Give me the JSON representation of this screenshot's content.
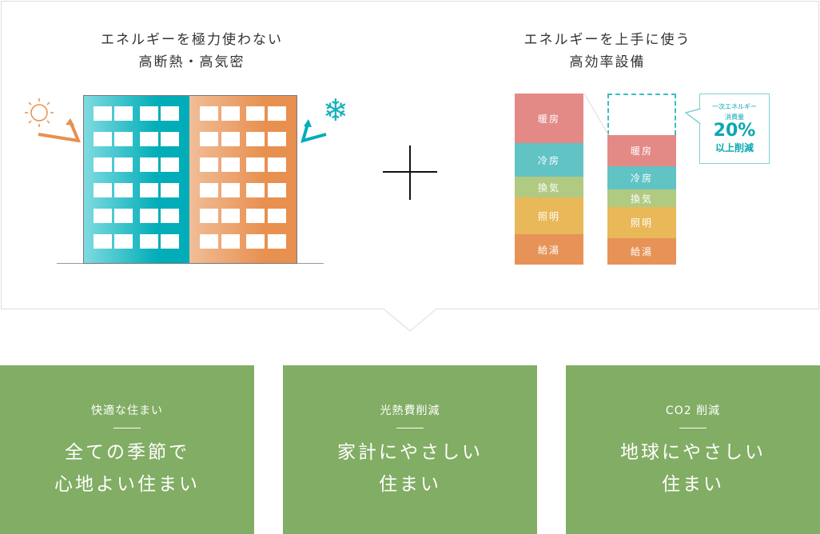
{
  "left_panel": {
    "title_line1": "エネルギーを極力使わない",
    "title_line2": "高断熱・高気密"
  },
  "right_panel": {
    "title_line1": "エネルギーを上手に使う",
    "title_line2": "高効率設備",
    "before_bars": [
      {
        "label": "暖房",
        "color": "#e38a87"
      },
      {
        "label": "冷房",
        "color": "#62c3c5"
      },
      {
        "label": "換気",
        "color": "#b0ca82"
      },
      {
        "label": "照明",
        "color": "#e9b859"
      },
      {
        "label": "給湯",
        "color": "#e79358"
      }
    ],
    "after_bars": [
      {
        "label": "暖房",
        "color": "#e38a87"
      },
      {
        "label": "冷房",
        "color": "#62c3c5"
      },
      {
        "label": "換気",
        "color": "#b0ca82"
      },
      {
        "label": "照明",
        "color": "#e9b859"
      },
      {
        "label": "給湯",
        "color": "#e79358"
      }
    ],
    "callout": {
      "line1": "一次エネルギー",
      "line2": "消費量",
      "value": "20%",
      "line3": "以上削減"
    }
  },
  "cards": [
    {
      "sub": "快適な住まい",
      "main1": "全ての季節で",
      "main2": "心地よい住まい"
    },
    {
      "sub": "光熱費削減",
      "main1": "家計にやさしい",
      "main2": "住まい"
    },
    {
      "sub": "CO2 削減",
      "main1": "地球にやさしい",
      "main2": "住まい"
    }
  ],
  "colors": {
    "teal": "#00adb8",
    "orange": "#e8904f",
    "green": "#82ad64"
  }
}
